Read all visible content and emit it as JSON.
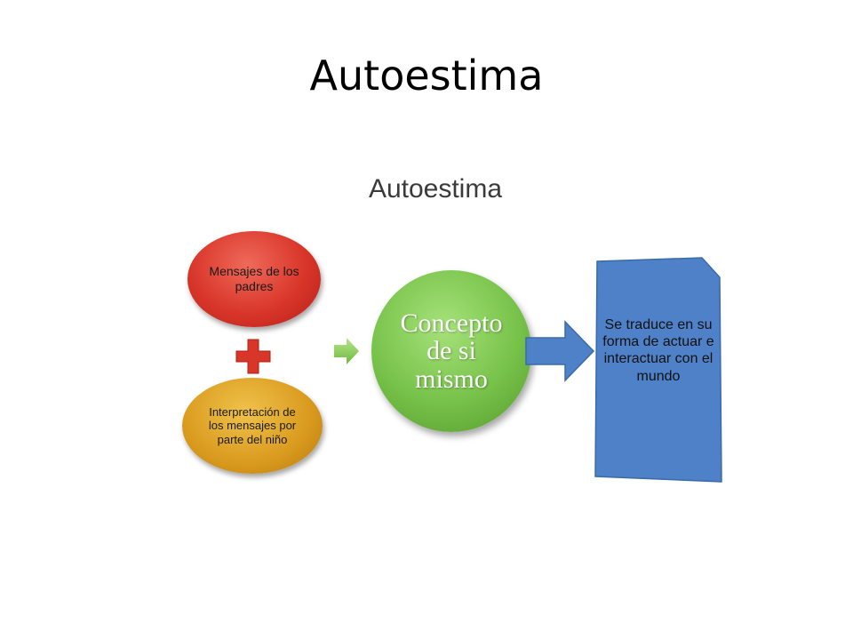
{
  "slide": {
    "title": "Autoestima"
  },
  "diagram": {
    "title": "Autoestima",
    "nodes": {
      "parents_messages": "Mensajes de los padres",
      "child_interpretation": "Interpretación de los mensajes por parte del niño",
      "self_concept": "Concepto de si mismo",
      "outcome": "Se traduce en su forma de actuar e interactuar con el mundo"
    },
    "colors": {
      "red": "#d9362a",
      "gold": "#d99a1e",
      "green": "#77c24a",
      "blue": "#4f81c9",
      "plus": "#d9362a"
    }
  }
}
